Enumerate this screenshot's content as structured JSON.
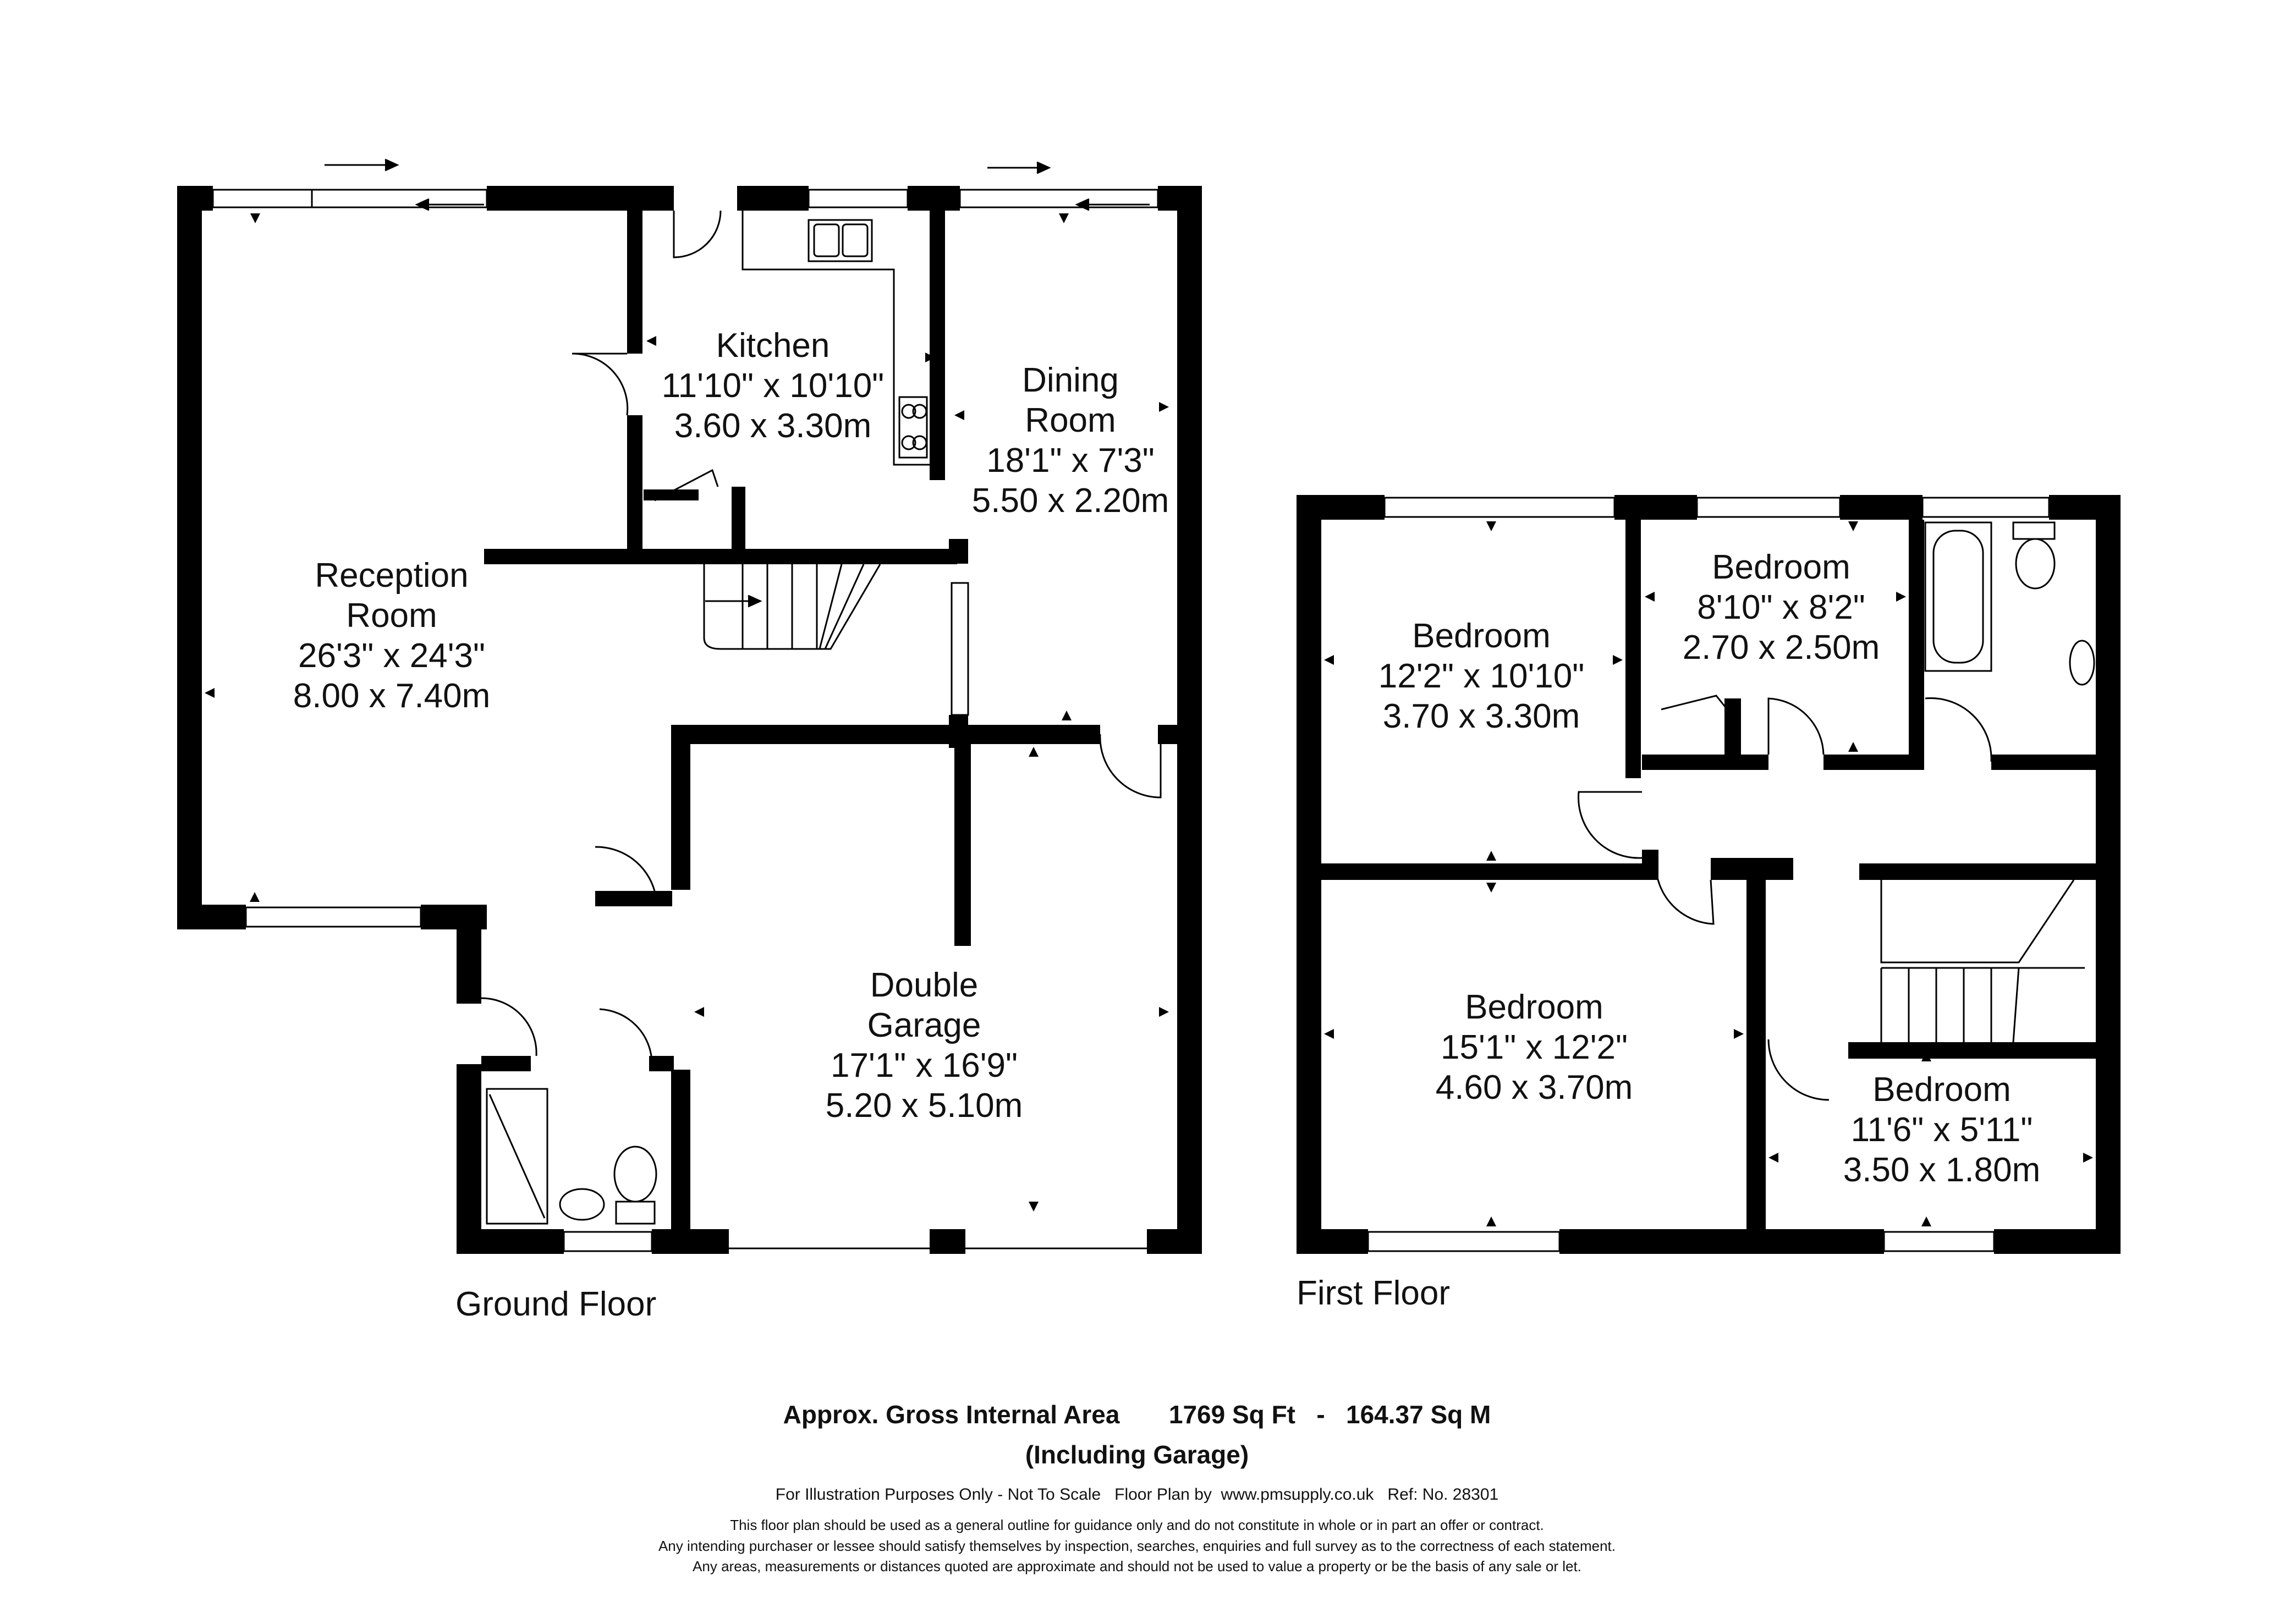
{
  "ground_floor": {
    "title": "Ground Floor",
    "rooms": {
      "reception": {
        "name_1": "Reception",
        "name_2": "Room",
        "imperial": "26'3\" x 24'3\"",
        "metric": "8.00 x 7.40m"
      },
      "kitchen": {
        "name": "Kitchen",
        "imperial": "11'10\" x 10'10\"",
        "metric": "3.60 x 3.30m"
      },
      "dining": {
        "name_1": "Dining",
        "name_2": "Room",
        "imperial": "18'1\" x 7'3\"",
        "metric": "5.50 x 2.20m"
      },
      "garage": {
        "name_1": "Double",
        "name_2": "Garage",
        "imperial": "17'1\" x 16'9\"",
        "metric": "5.20 x 5.10m"
      }
    }
  },
  "first_floor": {
    "title": "First Floor",
    "rooms": {
      "bedroom_a": {
        "name": "Bedroom",
        "imperial": "12'2\" x 10'10\"",
        "metric": "3.70 x 3.30m"
      },
      "bedroom_b": {
        "name": "Bedroom",
        "imperial": "8'10\" x 8'2\"",
        "metric": "2.70 x 2.50m"
      },
      "bedroom_c": {
        "name": "Bedroom",
        "imperial": "15'1\" x 12'2\"",
        "metric": "4.60 x 3.70m"
      },
      "bedroom_d": {
        "name": "Bedroom",
        "imperial": "11'6\" x 5'11\"",
        "metric": "3.50 x 1.80m"
      }
    }
  },
  "area": {
    "label": "Approx. Gross Internal Area",
    "sq_ft": "1769 Sq Ft",
    "separator": "-",
    "sq_m": "164.37 Sq M",
    "note": "(Including Garage)"
  },
  "footer": {
    "illustration": "For Illustration Purposes Only - Not To Scale   Floor Plan by  www.pmsupply.co.uk   Ref: No. 28301",
    "disclaimer_1": "This floor plan should be used as a general outline for guidance only and do not constitute in whole or in part an offer or contract.",
    "disclaimer_2": "Any intending purchaser or lessee should satisfy themselves by inspection, searches, enquiries and full survey as to the correctness of each statement.",
    "disclaimer_3": "Any areas, measurements or distances quoted are approximate and should not be used to value a property or be the basis of any sale or let."
  },
  "colors": {
    "wall": "#000000",
    "fixture": "#333333",
    "background": "#ffffff"
  }
}
